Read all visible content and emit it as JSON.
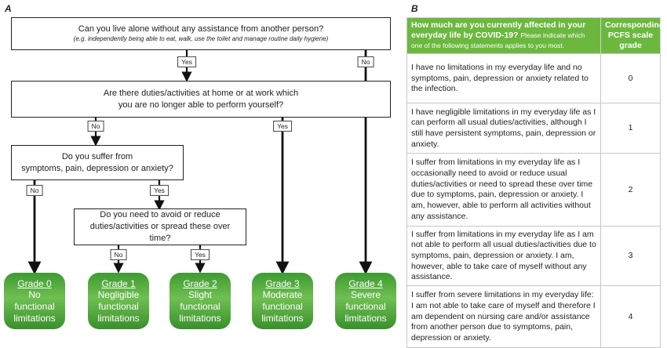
{
  "panel_a_label": "A",
  "panel_b_label": "B",
  "questions": {
    "q1": "Can you live alone without any assistance from another person?",
    "q1_note": "(e.g. independently being able to eat, walk, use the toilet and manage routine daily hygiene)",
    "q2_line1": "Are there duties/activities at home or at work which",
    "q2_line2": "you are no longer able to perform yourself?",
    "q3_line1": "Do you suffer from",
    "q3_line2": "symptoms, pain, depression or anxiety?",
    "q4_line1": "Do you need to avoid or reduce",
    "q4_line2": "duties/activities or spread these over time?"
  },
  "answers": {
    "yes": "Yes",
    "no": "No"
  },
  "grades": [
    {
      "name": "Grade 0",
      "line1": "No",
      "line2": "functional",
      "line3": "limitations"
    },
    {
      "name": "Grade 1",
      "line1": "Negligible",
      "line2": "functional",
      "line3": "limitations"
    },
    {
      "name": "Grade 2",
      "line1": "Slight",
      "line2": "functional",
      "line3": "limitations"
    },
    {
      "name": "Grade 3",
      "line1": "Moderate",
      "line2": "functional",
      "line3": "limitations"
    },
    {
      "name": "Grade 4",
      "line1": "Severe",
      "line2": "functional",
      "line3": "limitations"
    }
  ],
  "table": {
    "header_question": "How much are you currently affected in your everyday life by COVID-19?",
    "header_hint": "Please indicate which one of the following statements applies to you most.",
    "header_grade": "Corresponding PCFS scale grade",
    "rows": [
      {
        "statement": "I have no limitations in my everyday life and no symptoms, pain, depression or anxiety related to the infection.",
        "grade": "0"
      },
      {
        "statement": "I have negligible limitations in my everyday life as I can perform all usual duties/activities, although I still have persistent symptoms, pain, depression or anxiety.",
        "grade": "1"
      },
      {
        "statement": "I suffer from limitations in my everyday life as I occasionally need to avoid or reduce usual duties/activities or need to spread these over time due to symptoms, pain, depression or anxiety. I am, however, able to perform all activities without any assistance.",
        "grade": "2"
      },
      {
        "statement": "I suffer from limitations in my everyday life as I am not able to perform all usual duties/activities due to symptoms, pain, depression or anxiety. I am, however, able to take care of myself without any assistance.",
        "grade": "3"
      },
      {
        "statement": "I suffer from severe limitations in my everyday life: I am not able to take care of myself and therefore I am dependent on nursing care and/or assistance from another person due to symptoms, pain, depression or anxiety.",
        "grade": "4"
      }
    ]
  }
}
